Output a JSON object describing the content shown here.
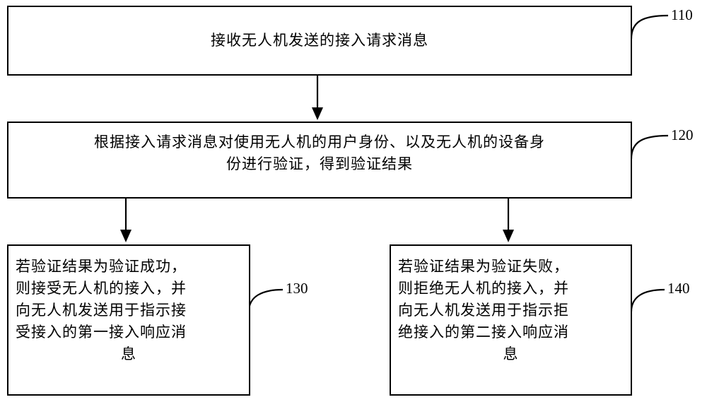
{
  "steps": [
    {
      "id": "110",
      "lines": [
        "接收无人机发送的接入请求消息"
      ]
    },
    {
      "id": "120",
      "lines": [
        "根据接入请求消息对使用无人机的用户身份、以及无人机的设备身",
        "份进行验证，得到验证结果"
      ]
    },
    {
      "id": "130",
      "lines": [
        "若验证结果为验证成功，",
        "则接受无人机的接入，并",
        "向无人机发送用于指示接",
        "受接入的第一接入响应消",
        "息"
      ]
    },
    {
      "id": "140",
      "lines": [
        "若验证结果为验证失败，",
        "则拒绝无人机的接入，并",
        "向无人机发送用于指示拒",
        "绝接入的第二接入响应消",
        "息"
      ]
    }
  ]
}
